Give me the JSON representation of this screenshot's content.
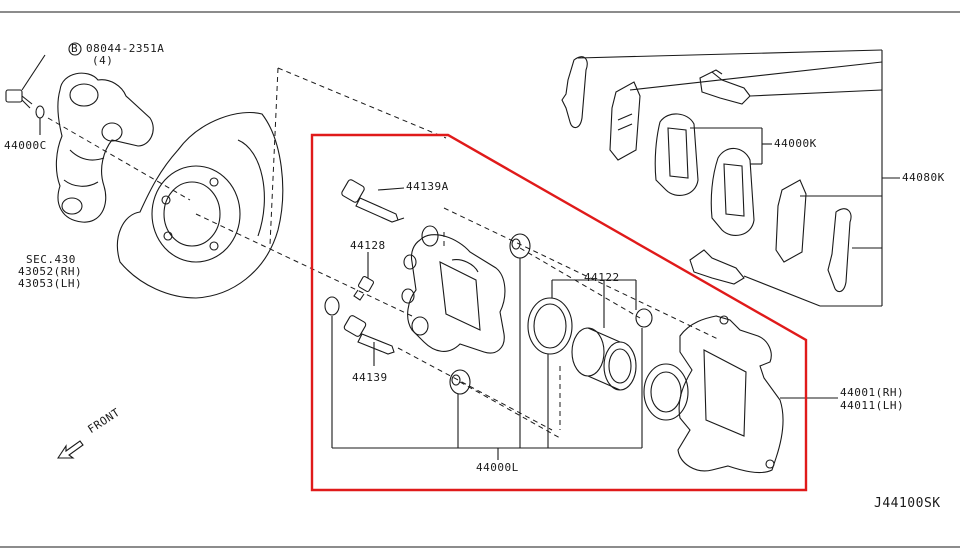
{
  "diagram": {
    "figure_code": "J44100SK",
    "highlight_color": "#e01a1a",
    "line_color": "#1a1a1a",
    "labels": {
      "bolt_code": "08044-2351A",
      "bolt_qty": "(4)",
      "bolt_symbol": "B",
      "backing_plate": "44000C",
      "sec_ref": "SEC.430",
      "sec_rh": "43052(RH)",
      "sec_lh": "43053(LH)",
      "pin_bolt_top": "44139A",
      "bleeder": "44128",
      "pin_bolt_bottom": "44139",
      "piston": "44122",
      "pad_kit": "44000K",
      "hardware_kit": "44080K",
      "caliper_rh": "44001(RH)",
      "caliper_lh": "44011(LH)",
      "caliper_assy": "44000L",
      "front": "FRONT"
    }
  }
}
